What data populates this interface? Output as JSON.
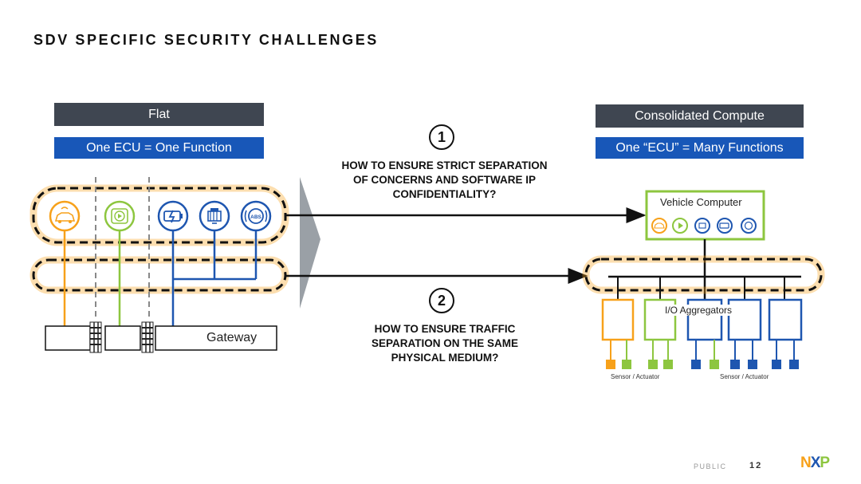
{
  "title": "SDV SPECIFIC SECURITY CHALLENGES",
  "colors": {
    "orange": "#f7a11a",
    "green": "#8dc63f",
    "blue": "#1e56b0",
    "dark_header": "#3f4651",
    "blue_header": "#1857b8",
    "dash_outline": "#f7a11a",
    "top_bar": [
      "#f7a11a",
      "#958a3c",
      "#7fb3de",
      "#6c9a3a",
      "#c9dc53"
    ]
  },
  "left": {
    "header": "Flat",
    "subheader": "One ECU = One Function",
    "gateway_label": "Gateway",
    "icons": [
      "connected-car-icon",
      "infotainment-play-icon",
      "battery-charge-icon",
      "engine-icon",
      "abs-brake-icon"
    ]
  },
  "right": {
    "header": "Consolidated Compute",
    "subheader": "One “ECU” = Many Functions",
    "vehicle_computer_label": "Vehicle Computer",
    "io_label": "I/O Aggregators",
    "sensor_label_left": "Sensor / Actuator",
    "sensor_label_right": "Sensor / Actuator"
  },
  "challenges": [
    {
      "number": "1",
      "text": "HOW TO ENSURE STRICT SEPARATION OF CONCERNS AND SOFTWARE IP CONFIDENTIALITY?"
    },
    {
      "number": "2",
      "text": "HOW TO ENSURE TRAFFIC SEPARATION ON THE SAME PHYSICAL MEDIUM?"
    }
  ],
  "footer": {
    "classification": "PUBLIC",
    "page": "12",
    "logo_text": "NXP"
  }
}
